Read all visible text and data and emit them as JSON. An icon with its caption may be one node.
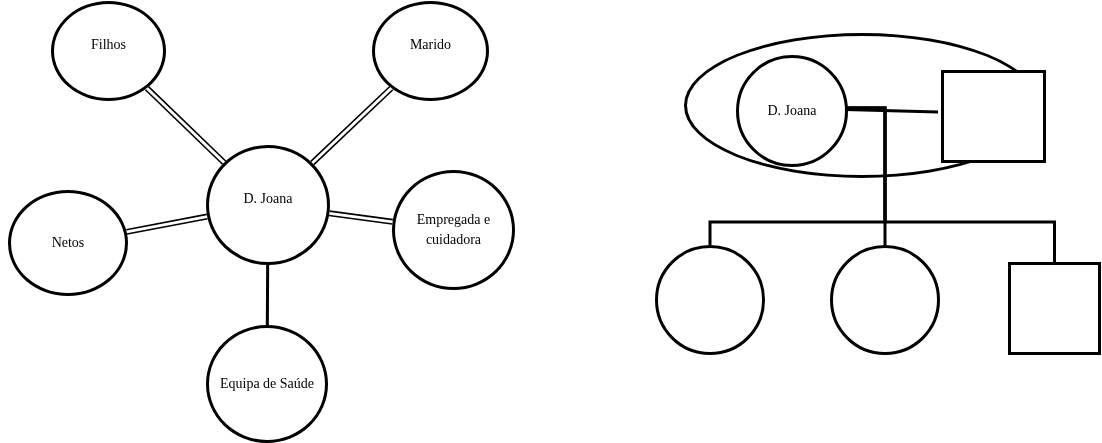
{
  "diagram": {
    "nodes": [
      {
        "text": [
          "Filhos"
        ]
      },
      {
        "text": [
          "Marido"
        ]
      },
      {
        "text": [
          "D. Joana"
        ]
      },
      {
        "text": [
          "Netos"
        ]
      },
      {
        "text": [
          "Empregada e cuidadora"
        ]
      },
      {
        "text": [
          "Equipa de Saúde"
        ]
      },
      {
        "text": [],
        "shape": "ellipse"
      },
      {
        "text": [
          "D. Joana"
        ],
        "in": 6
      },
      {
        "text": [],
        "shape": "box",
        "in": 6
      },
      {
        "text": [],
        "shape": "circle"
      },
      {
        "text": [],
        "shape": "circle"
      },
      {
        "text": [],
        "shape": "box"
      }
    ],
    "edges": [
      {
        "from": 2,
        "to": 0,
        "arrow": "none"
      },
      {
        "from": 2,
        "to": 1,
        "arrow": "none"
      },
      {
        "from": 2,
        "to": 3,
        "arrow": "none"
      },
      {
        "from": 2,
        "to": 4,
        "arrow": "none"
      },
      {
        "from": 2,
        "to": 5,
        "arrow": "none"
      },
      {
        "from": 7,
        "to": 8,
        "arrow": "none"
      },
      {
        "from": 7,
        "to": 9,
        "arrow": "none"
      },
      {
        "from": 7,
        "to": 10,
        "arrow": "none"
      },
      {
        "from": 7,
        "to": 11,
        "arrow": "none"
      }
    ]
  }
}
